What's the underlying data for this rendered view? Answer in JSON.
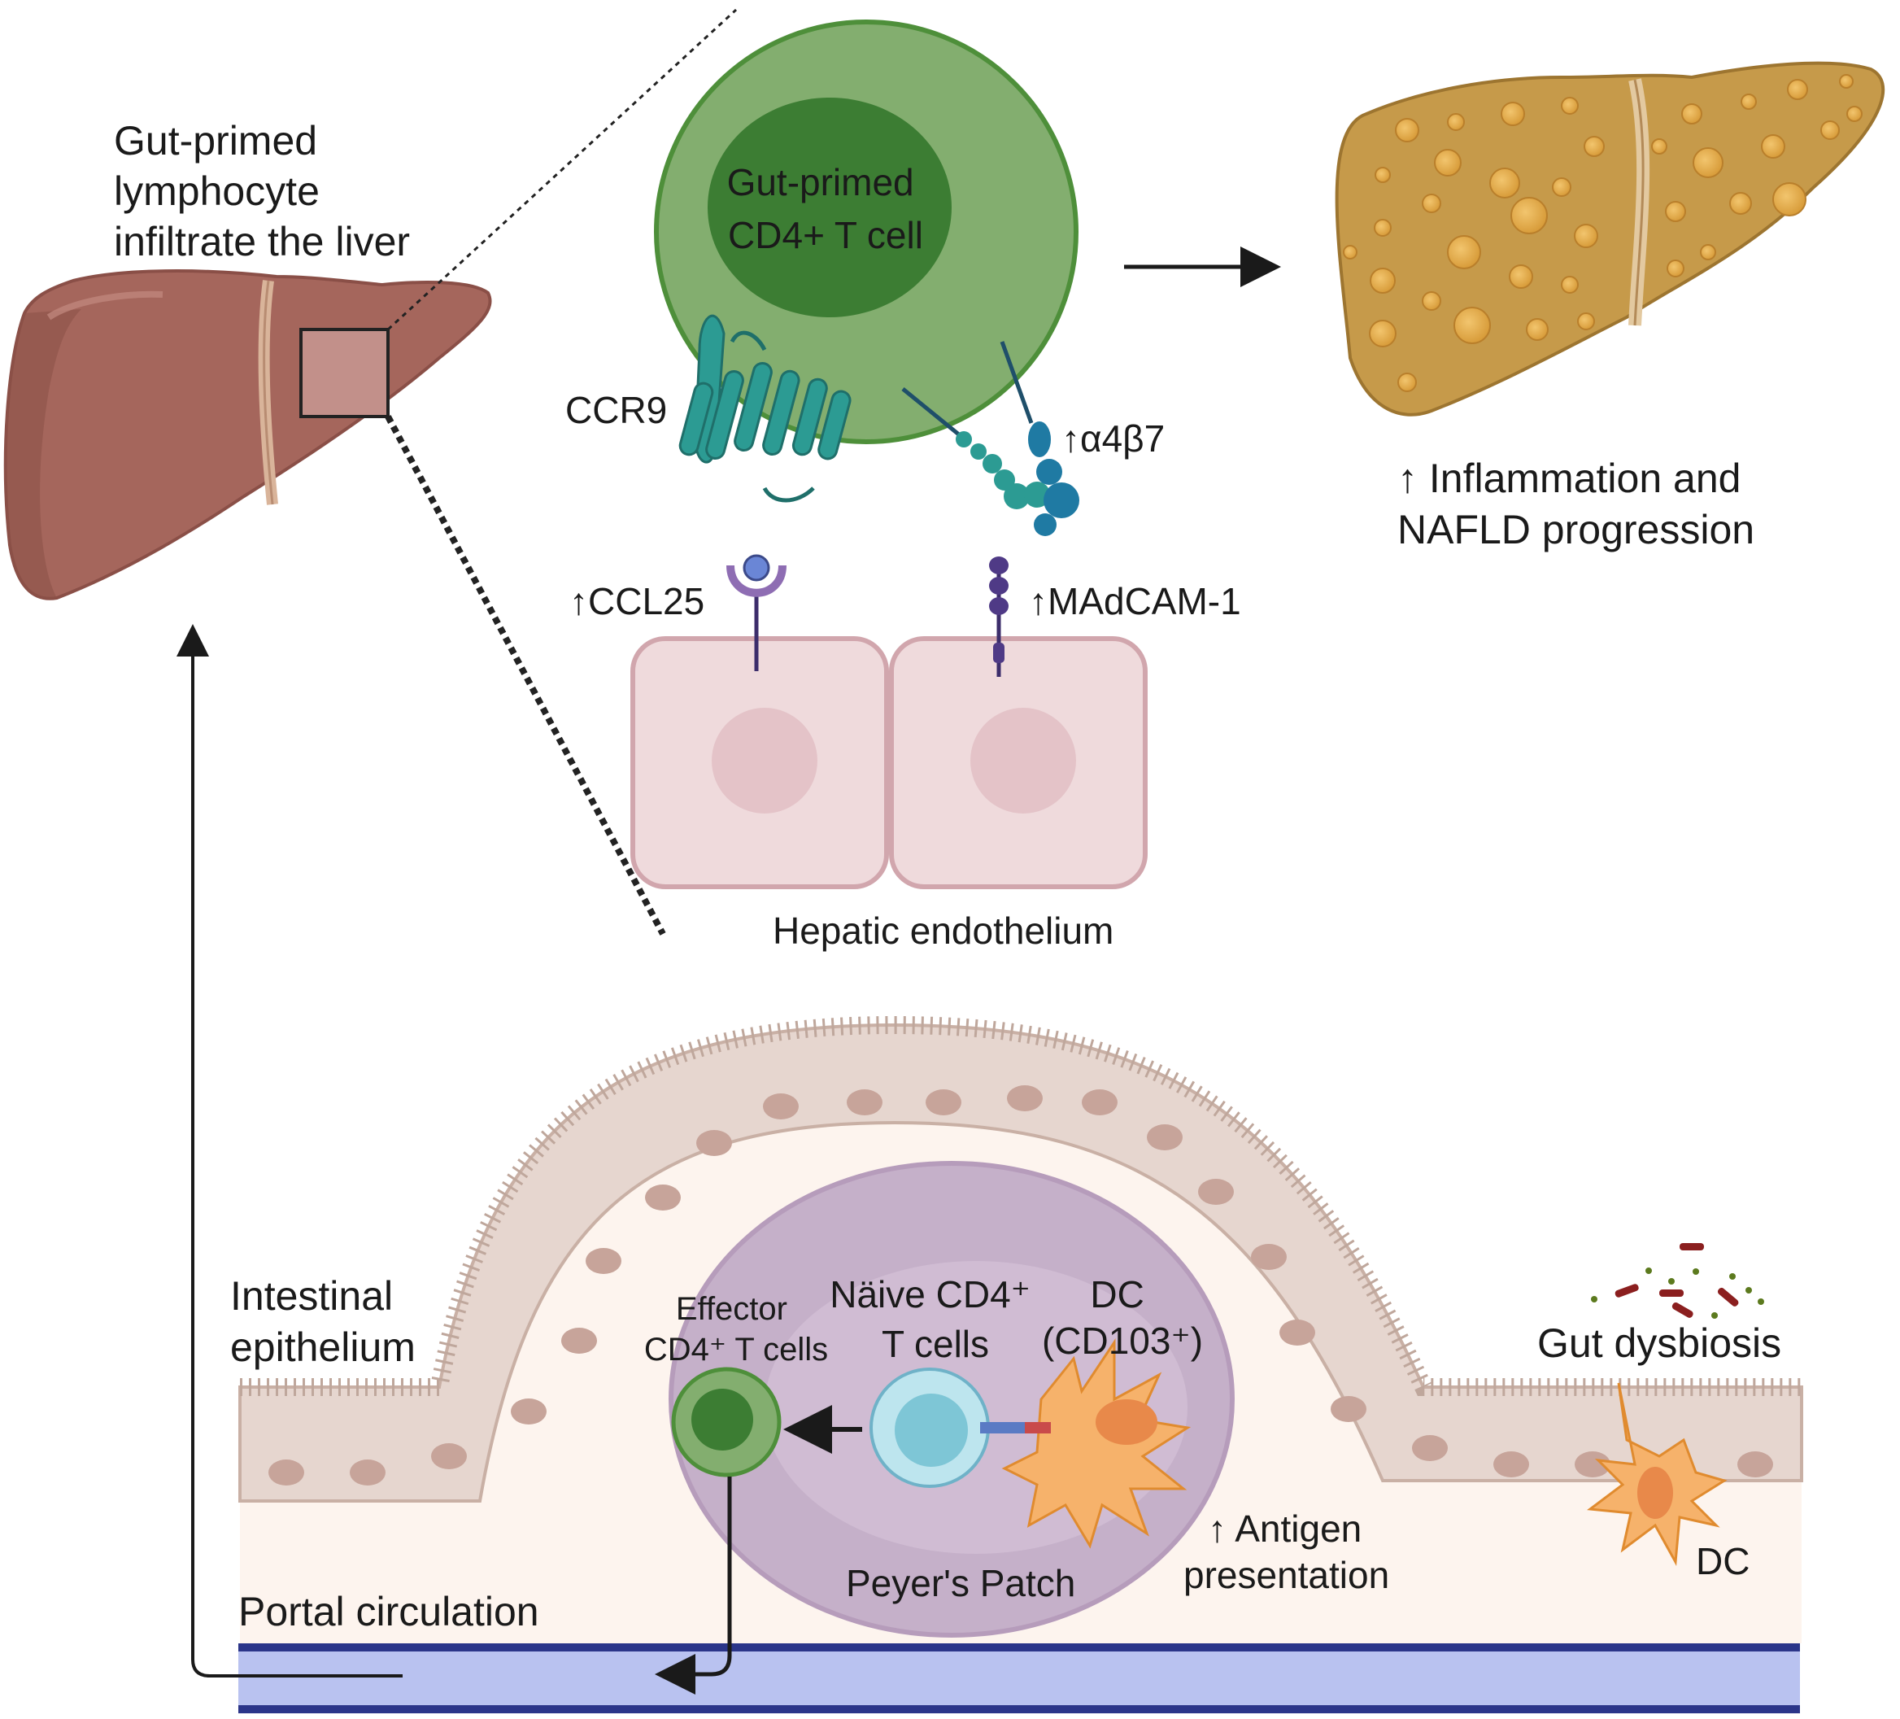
{
  "liver_label": [
    "Gut-primed",
    "lymphocyte",
    "infiltrate the liver"
  ],
  "tcell_label": [
    "Gut-primed",
    "CD4+ T cell"
  ],
  "ccr9": "CCR9",
  "integrin": "↑α4β7",
  "ccl25": "↑CCL25",
  "madcam": "↑MAdCAM-1",
  "hepatic_endothelium": "Hepatic endothelium",
  "outcome": [
    "↑ Inflammation and",
    "NAFLD progression"
  ],
  "intestinal_epithelium": [
    "Intestinal",
    "epithelium"
  ],
  "effector": [
    "Effector",
    "CD4⁺ T cells"
  ],
  "naive": [
    "Näive CD4⁺",
    "T cells"
  ],
  "dc_cd103": [
    "DC",
    "(CD103⁺)"
  ],
  "gut_dysbiosis": "Gut dysbiosis",
  "antigen": [
    "↑ Antigen",
    "presentation"
  ],
  "dc": "DC",
  "peyers_patch": "Peyer's Patch",
  "portal_circulation": "Portal circulation",
  "colors": {
    "liver": "#a5665c",
    "fatty_liver": "#c69a4a",
    "tcell": "#83ae6f",
    "tcell_nucleus": "#3c7d33",
    "endothelium": "#efdadc",
    "peyers_patch": "#c5b0c9",
    "epithelium": "#e6d6cf",
    "vessel": "#b9c2f0",
    "vessel_border": "#2b3589",
    "dc": "#f6b26b",
    "receptor": "#2c9b93"
  }
}
